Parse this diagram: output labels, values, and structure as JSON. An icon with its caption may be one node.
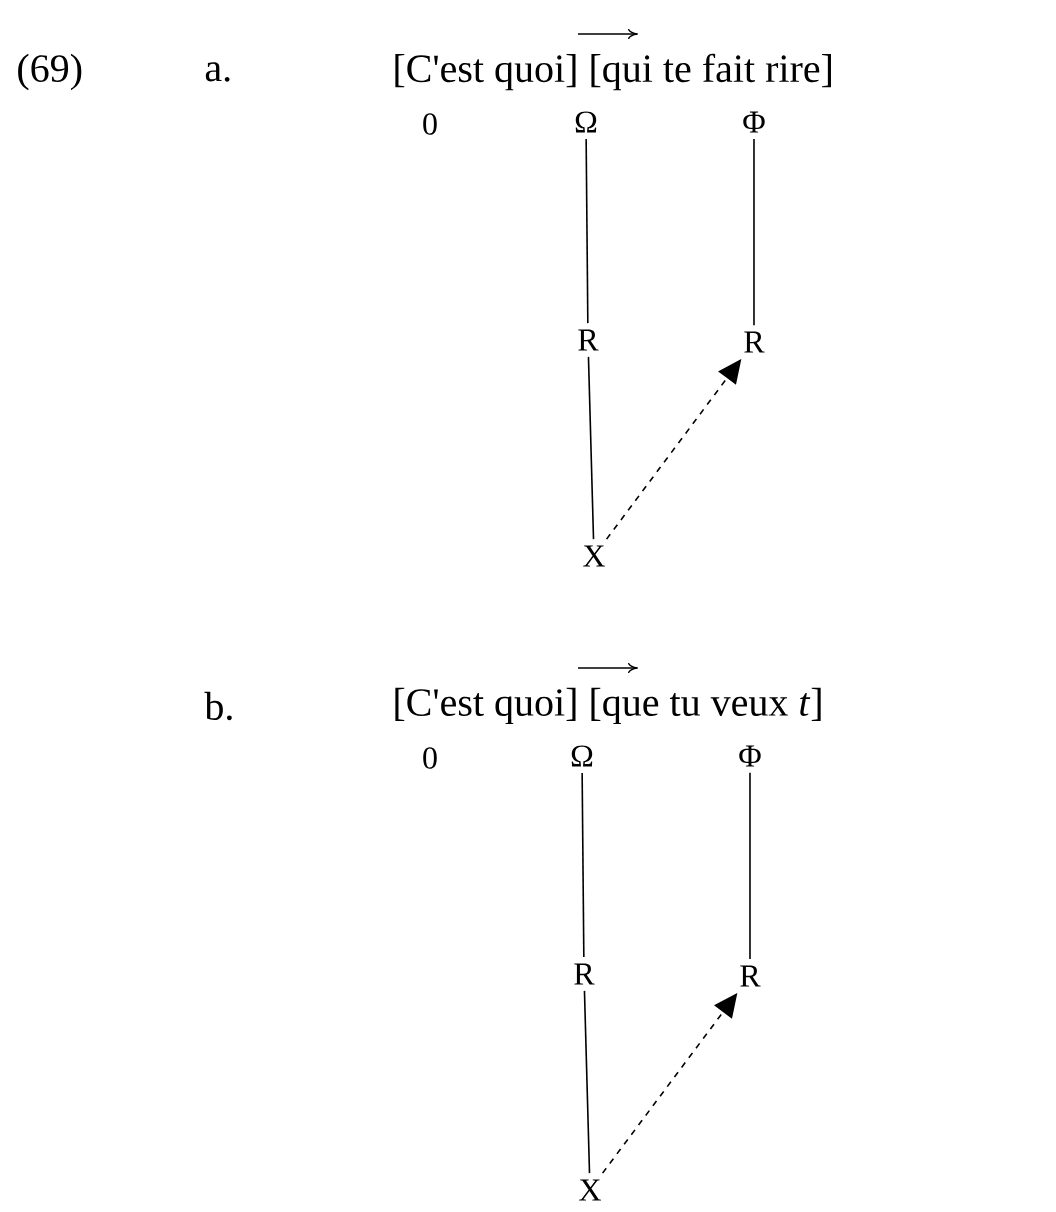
{
  "diagram": {
    "nodes": [
      {
        "text": [
          "Ω"
        ]
      },
      {
        "text": [
          "Φ"
        ]
      },
      {
        "text": [
          "R"
        ]
      },
      {
        "text": [
          "R"
        ]
      },
      {
        "text": [
          "X"
        ]
      },
      {
        "text": [
          "Ω"
        ]
      },
      {
        "text": [
          "Φ"
        ]
      },
      {
        "text": [
          "R"
        ]
      },
      {
        "text": [
          "R"
        ]
      },
      {
        "text": [
          "X"
        ]
      }
    ],
    "edges": [
      {
        "from": 0,
        "to": 2,
        "arrow": "none"
      },
      {
        "from": 2,
        "to": 4,
        "arrow": "none"
      },
      {
        "from": 1,
        "to": 3,
        "arrow": "none"
      },
      {
        "from": 4,
        "to": 3,
        "arrow": "to",
        "style": "dashed"
      },
      {
        "from": 5,
        "to": 7,
        "arrow": "none"
      },
      {
        "from": 7,
        "to": 9,
        "arrow": "none"
      },
      {
        "from": 6,
        "to": 8,
        "arrow": "none"
      },
      {
        "from": 9,
        "to": 8,
        "arrow": "to",
        "style": "dashed"
      }
    ],
    "labels": [
      "(69)",
      "a.",
      "[C'est quoi] [qui te fait rire]",
      "0",
      "b.",
      "[C'est quoi] [que tu veux *t*]",
      "0"
    ]
  }
}
